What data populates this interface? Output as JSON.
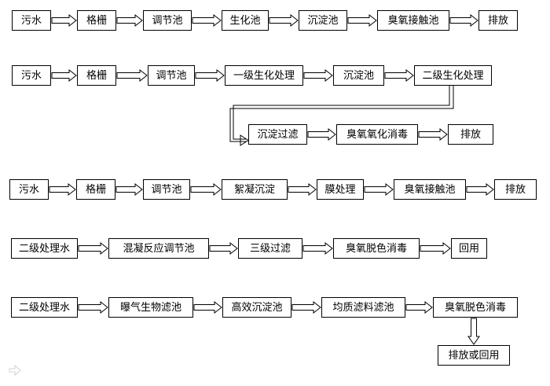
{
  "rows": [
    {
      "id": "row1",
      "steps": [
        "污水",
        "格栅",
        "调节池",
        "生化池",
        "沉淀池",
        "臭氧接触池",
        "排放"
      ]
    },
    {
      "id": "row2",
      "steps": [
        "污水",
        "格栅",
        "调节池",
        "一级生化处理",
        "沉淀池",
        "二级生化处理"
      ],
      "branch": [
        "沉淀过滤",
        "臭氧氧化消毒",
        "排放"
      ]
    },
    {
      "id": "row3",
      "steps": [
        "污水",
        "格栅",
        "调节池",
        "絮凝沉淀",
        "膜处理",
        "臭氧接触池",
        "排放"
      ]
    },
    {
      "id": "row4",
      "steps": [
        "二级处理水",
        "混凝反应调节池",
        "三级过滤",
        "臭氧脱色消毒",
        "回用"
      ]
    },
    {
      "id": "row5",
      "steps": [
        "二级处理水",
        "曝气生物滤池",
        "高效沉淀池",
        "均质滤料滤池",
        "臭氧脱色消毒"
      ],
      "down": [
        "排放或回用"
      ]
    }
  ]
}
